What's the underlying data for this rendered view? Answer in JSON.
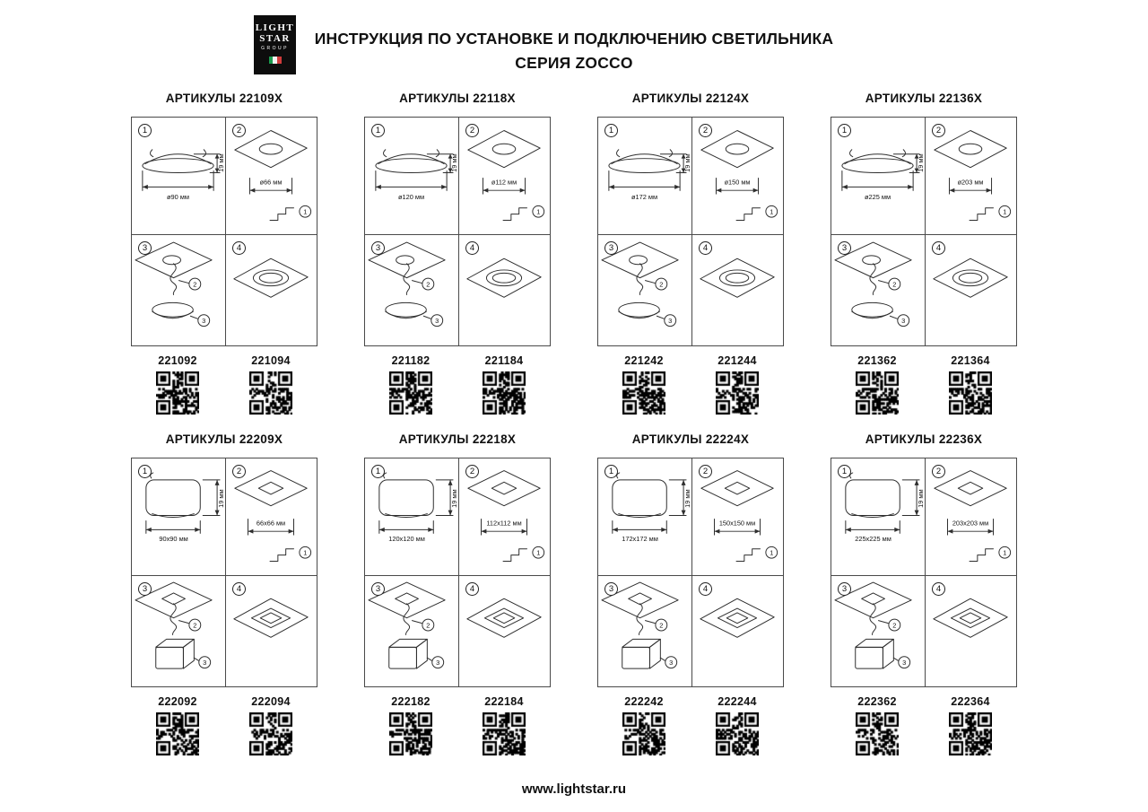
{
  "page": {
    "title_line1": "ИНСТРУКЦИЯ ПО УСТАНОВКЕ И ПОДКЛЮЧЕНИЮ СВЕТИЛЬНИКА",
    "title_line2": "СЕРИЯ ZOCCO",
    "footer_url": "www.lightstar.ru"
  },
  "logo": {
    "line1": "LIGHT",
    "line2": "STAR",
    "line3": "GROUP",
    "flag_colors": [
      "#1a9b4e",
      "#f2f2f2",
      "#d13b3b"
    ]
  },
  "steps": [
    "1",
    "2",
    "3",
    "4"
  ],
  "callouts": {
    "clip": "1",
    "wire": "2",
    "lamp": "3"
  },
  "panels": [
    {
      "shape": "round",
      "title": "АРТИКУЛЫ 22109X",
      "dim_main": "ø90 мм",
      "dim_height": "19 мм",
      "dim_cutout": "ø66 мм",
      "articles": [
        "221092",
        "221094"
      ]
    },
    {
      "shape": "round",
      "title": "АРТИКУЛЫ 22118X",
      "dim_main": "ø120 мм",
      "dim_height": "19 мм",
      "dim_cutout": "ø112 мм",
      "articles": [
        "221182",
        "221184"
      ]
    },
    {
      "shape": "round",
      "title": "АРТИКУЛЫ 22124X",
      "dim_main": "ø172 мм",
      "dim_height": "19 мм",
      "dim_cutout": "ø150 мм",
      "articles": [
        "221242",
        "221244"
      ]
    },
    {
      "shape": "round",
      "title": "АРТИКУЛЫ 22136X",
      "dim_main": "ø225 мм",
      "dim_height": "19 мм",
      "dim_cutout": "ø203 мм",
      "articles": [
        "221362",
        "221364"
      ]
    },
    {
      "shape": "square",
      "title": "АРТИКУЛЫ 22209X",
      "dim_main": "90x90 мм",
      "dim_height": "19 мм",
      "dim_cutout": "66x66 мм",
      "articles": [
        "222092",
        "222094"
      ]
    },
    {
      "shape": "square",
      "title": "АРТИКУЛЫ 22218X",
      "dim_main": "120x120 мм",
      "dim_height": "19 мм",
      "dim_cutout": "112x112 мм",
      "articles": [
        "222182",
        "222184"
      ]
    },
    {
      "shape": "square",
      "title": "АРТИКУЛЫ 22224X",
      "dim_main": "172x172 мм",
      "dim_height": "19 мм",
      "dim_cutout": "150x150 мм",
      "articles": [
        "222242",
        "222244"
      ]
    },
    {
      "shape": "square",
      "title": "АРТИКУЛЫ 22236X",
      "dim_main": "225x225 мм",
      "dim_height": "19 мм",
      "dim_cutout": "203x203 мм",
      "articles": [
        "222362",
        "222364"
      ]
    }
  ]
}
